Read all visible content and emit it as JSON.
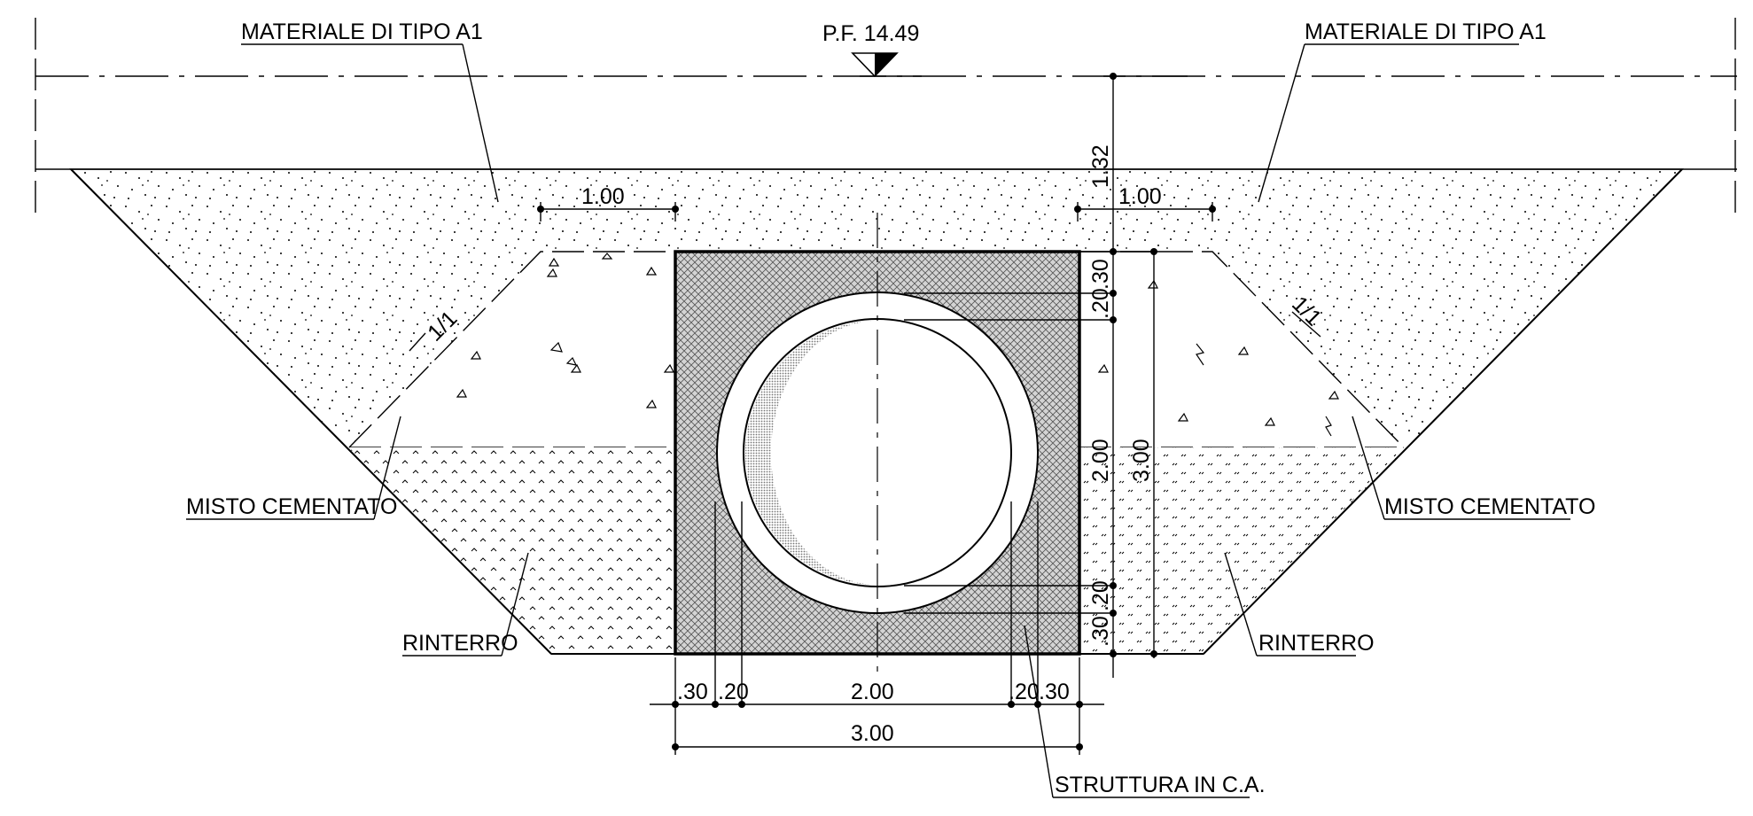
{
  "labels": {
    "top_left_material": "MATERIALE DI TIPO A1",
    "top_right_material": "MATERIALE DI TIPO A1",
    "level_mark": "P.F. 14.49",
    "left_misto": "MISTO CEMENTATO",
    "right_misto": "MISTO CEMENTATO",
    "left_rinterro": "RINTERRO",
    "right_rinterro": "RINTERRO",
    "structure": "STRUTTURA IN C.A.",
    "slope_left": "1/1",
    "slope_right": "1/1"
  },
  "dimensions": {
    "berm_left": "1.00",
    "berm_right": "1.00",
    "cover_depth": "1.32",
    "wall_top": ".30",
    "gap_top": ".20",
    "inner_height": "2.00",
    "outer_height": "3.00",
    "gap_bottom": ".20",
    "wall_bottom": ".30",
    "bottom_left_wall": ".30",
    "bottom_left_gap": ".20",
    "bottom_inner_width": "2.00",
    "bottom_right_gap": ".20",
    "bottom_right_wall": ".30",
    "bottom_outer_width": "3.00"
  },
  "colors": {
    "line": "#000000",
    "background": "#ffffff",
    "structure_fill": "#c8c8c8"
  }
}
